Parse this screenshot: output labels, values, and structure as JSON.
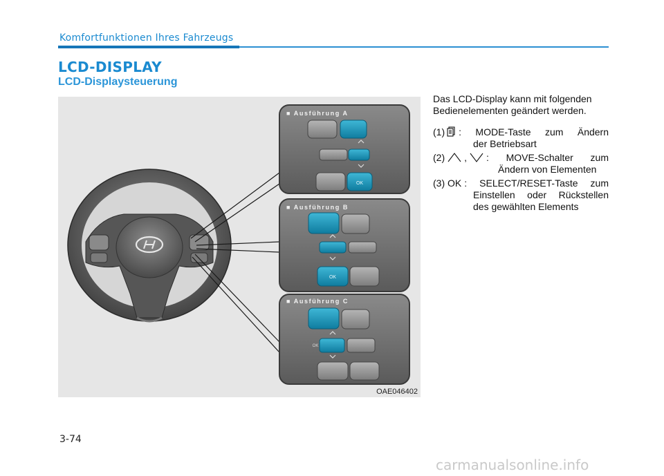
{
  "header": {
    "chapter": "Komfortfunktionen Ihres Fahrzeugs",
    "section_title": "LCD-DISPLAY",
    "subsection_title": "LCD-Displaysteuerung"
  },
  "figure": {
    "code": "OAE046402",
    "variants": [
      "■ Ausführung A",
      "■ Ausführung B",
      "■ Ausführung C"
    ],
    "ok_label": "OK",
    "icons": [
      "steering-wheel-icon",
      "hyundai-logo-icon",
      "mode-button-icon",
      "move-up-icon",
      "move-down-icon"
    ],
    "accent_color": "#1c8fb3"
  },
  "body": {
    "intro_line1": "Das LCD-Display kann mit folgenden",
    "intro_line2": "Bedienelementen geändert werden.",
    "items": [
      {
        "num": "(1)",
        "desc_line1": ": MODE-Taste zum Ändern",
        "desc_line2": "der Betriebsart"
      },
      {
        "num": "(2)",
        "sep": ",",
        "desc_line1": ": MOVE-Schalter zum",
        "desc_line2": "Ändern von Elementen"
      },
      {
        "num": "(3) OK",
        "desc_line1": ": SELECT/RESET-Taste zum",
        "desc_line2": "Einstellen oder Rückstellen",
        "desc_line3": "des gewählten Elements"
      }
    ]
  },
  "footer": {
    "page_number": "3-74",
    "watermark": "carmanualsonline.info"
  }
}
